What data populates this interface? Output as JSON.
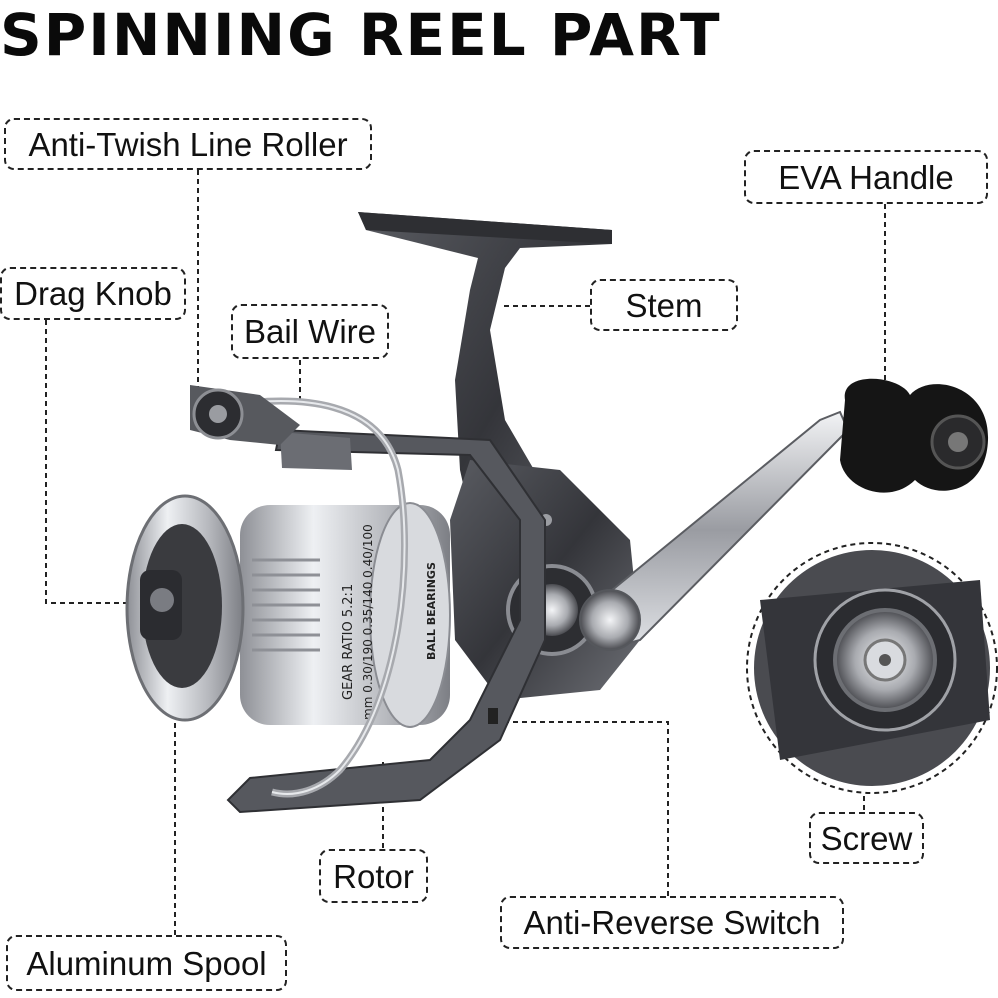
{
  "title": "SPINNING REEL PART",
  "labels": {
    "anti_twist_line_roller": "Anti-Twish Line Roller",
    "drag_knob": "Drag Knob",
    "bail_wire": "Bail Wire",
    "eva_handle": "EVA Handle",
    "stem": "Stem",
    "screw": "Screw",
    "rotor": "Rotor",
    "anti_reverse_switch": "Anti-Reverse Switch",
    "aluminum_spool": "Aluminum Spool"
  },
  "spool_text": {
    "gear_ratio": "GEAR RATIO 5.2:1",
    "line_capacity": "mm 0.30/190 0.35/140 0.40/100",
    "bearings": "BALL BEARINGS"
  },
  "colors": {
    "metal_dark": "#3f4045",
    "metal_mid": "#6b6d73",
    "metal_light": "#c9cbd0",
    "chrome": "#e6e8ec",
    "handle_black": "#151515"
  }
}
